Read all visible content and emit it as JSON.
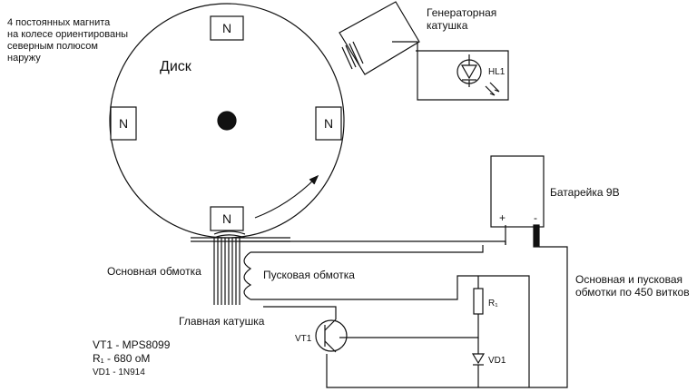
{
  "labels": {
    "magnets_note": [
      "4 постоянных магнита",
      "на колесе ориентированы",
      "северным полюсом",
      "наружу"
    ],
    "disk": "Диск",
    "magnet_pole": "N",
    "generator_coil": [
      "Генераторная",
      "катушка"
    ],
    "led": "HL1",
    "battery": "Батарейка 9В",
    "battery_plus": "+",
    "battery_minus": "-",
    "main_winding": "Основная обмотка",
    "start_winding": "Пусковая обмотка",
    "main_coil": "Главная катушка",
    "turns_note": [
      "Основная и пусковая",
      "обмотки по 450 витков"
    ],
    "transistor": "VT1",
    "resistor": "R₁",
    "diode": "VD1"
  },
  "parts_list": [
    "VT1 - MPS8099",
    "R₁ - 680 оМ",
    "VD1 - 1N914"
  ],
  "colors": {
    "ink": "#111111",
    "background": "#ffffff"
  }
}
